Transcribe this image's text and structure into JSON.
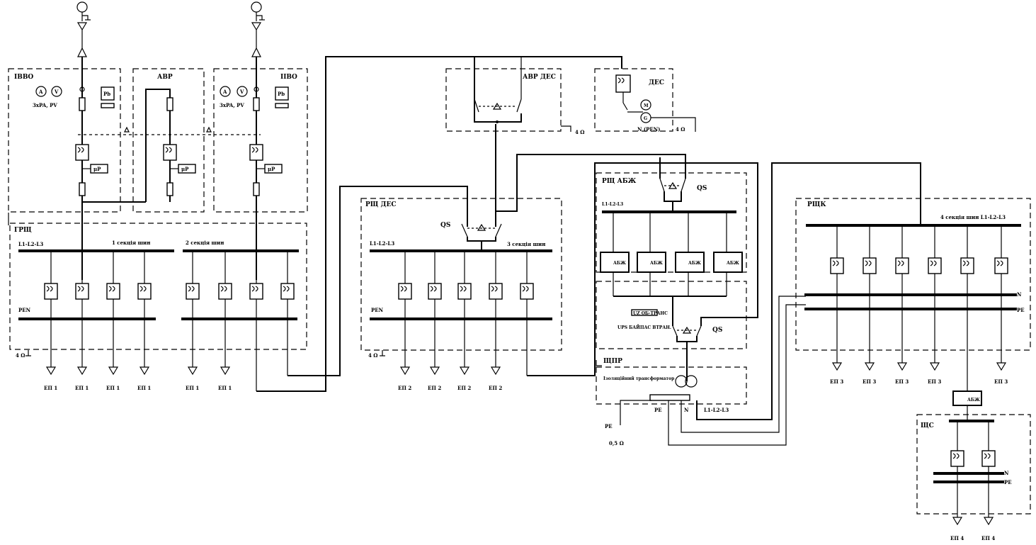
{
  "panels": {
    "ivvo": "ІВВО",
    "avr": "АВР",
    "ivvo2": "ІІВО",
    "grsh": "ГРЩ",
    "avr_dgs": "АВР ДЕС",
    "dgs": "ДЕС",
    "rsh_dgs": "РЩ ДЕС",
    "rsh_abzh": "РЩ АБЖ",
    "shgr": "ЩПР",
    "rshk": "РЩК",
    "shcs": "ЩС"
  },
  "labels": {
    "meters_note_1": "3хPA, PV",
    "meters_note_2": "3хPA, PV",
    "bus_l123": "L1-L2-L3",
    "bus_l123_dgs": "L1-L2-L3",
    "bus_l123_abzh": "L1-L2-L3",
    "section1": "1 секція шин",
    "section2": "2 секція шин",
    "section3": "3 секція шин",
    "section4": "4 секція шин  L1-L2-L3",
    "pen1": "PEN",
    "pen2": "PEN",
    "qs1": "QS",
    "qs2": "QS",
    "qs3": "QS",
    "ohm4_a": "4 Ω",
    "ohm4_b": "4 Ω",
    "ohm4_c": "4 Ω",
    "ohm4_d": "4 Ω",
    "ohm05": "0,5 Ω",
    "n_pen": "N (PEN)",
    "uz_block": "UZ ОБ-ТРАНС",
    "uz_text": "UPS БАЙПАС ВТРАН.",
    "transformer": "Ізоляційний трансформатор",
    "pe_label": "PE",
    "n_label": "N",
    "l123_out": "L1-L2-L3",
    "ne_label": "N",
    "pe_shcs": "PE",
    "n_shcs": "N",
    "pe_rshk": "PE",
    "n_rshk": "N",
    "pe_gnd": "PE",
    "mu_p": "μP",
    "pb": "Pb",
    "m": "M",
    "g": "G"
  },
  "meters": [
    "A",
    "V",
    "A",
    "V"
  ],
  "abzh_units": [
    "АБЖ",
    "АБЖ",
    "АБЖ",
    "АБЖ",
    "АБЖ"
  ],
  "bottom_labels": {
    "ep1": [
      "ЕП 1",
      "ЕП 1",
      "ЕП 1",
      "ЕП 1",
      "ЕП 1",
      "ЕП 1"
    ],
    "ep2": [
      "ЕП 2",
      "ЕП 2",
      "ЕП 2",
      "ЕП 2"
    ],
    "ep3": [
      "ЕП 3",
      "ЕП 3",
      "ЕП 3",
      "ЕП 3",
      "ЕП 3"
    ],
    "ep4": [
      "ЕП 4",
      "ЕП 4"
    ]
  },
  "colors": {
    "ink": "#000000",
    "paper": "#ffffff"
  }
}
